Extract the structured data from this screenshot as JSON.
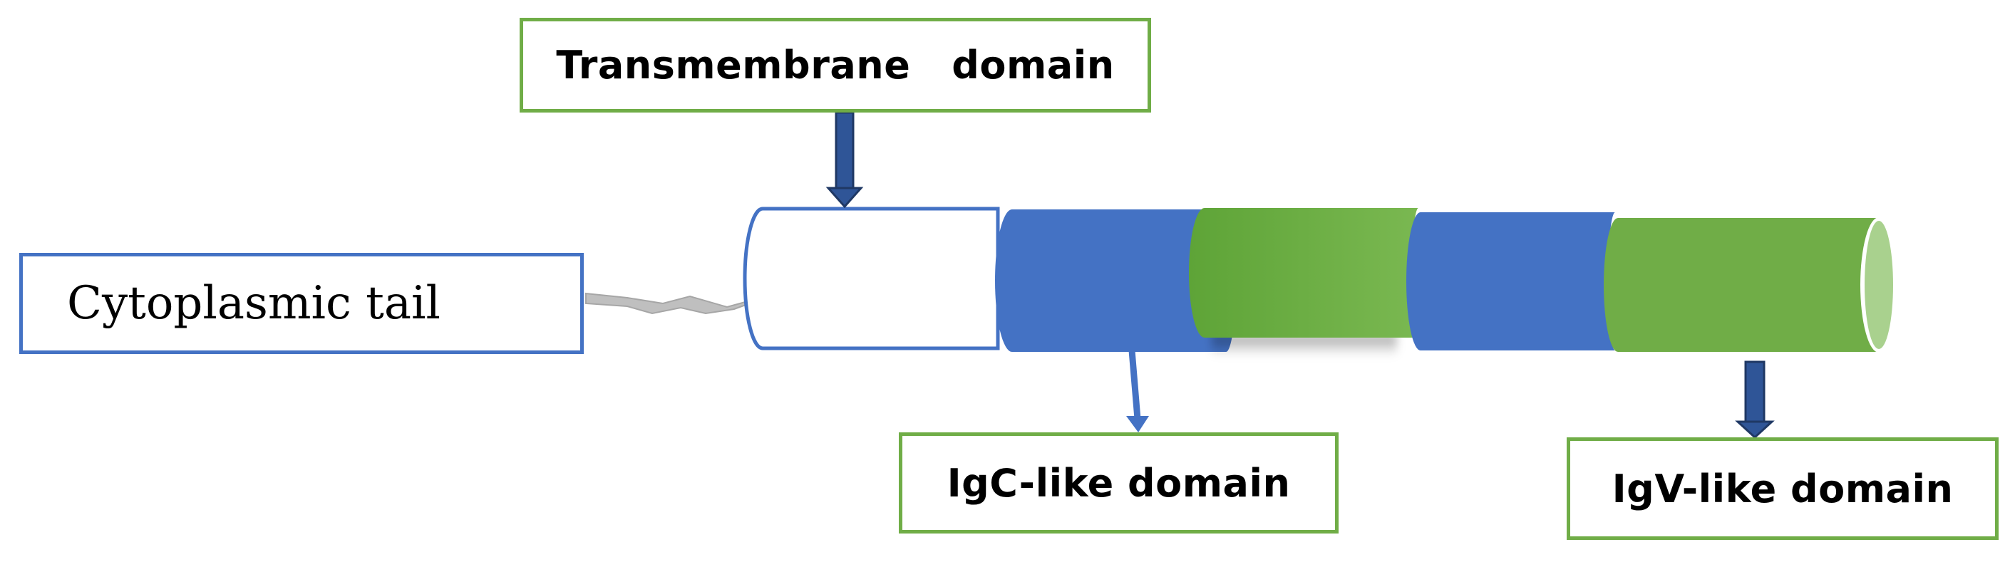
{
  "labels": {
    "transmembrane": "Transmembrane   domain",
    "cytoplasmic": "Cytoplasmic tail",
    "igc": "IgC-like domain",
    "igv": "IgV-like domain"
  },
  "colors": {
    "blue": "#4472c4",
    "green": "#70ad47",
    "light_green": "#a9d18e",
    "dark_navy": "#1f3864",
    "tail_gray": "#bfbfbf"
  }
}
